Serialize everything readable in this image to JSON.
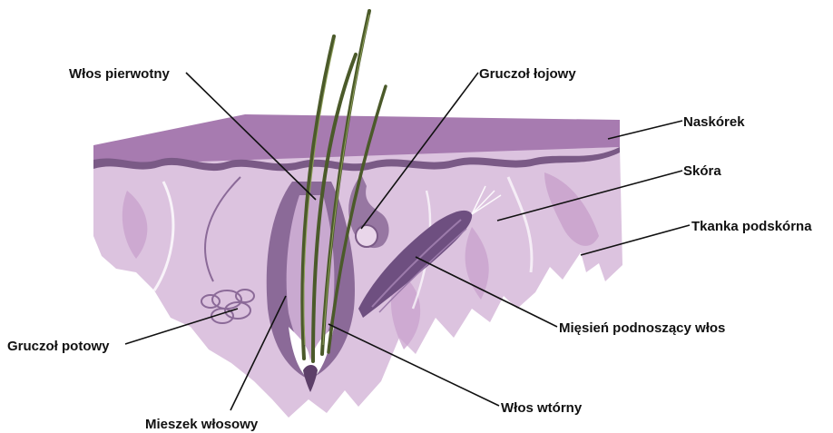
{
  "labels": {
    "primary_hair": "Włos pierwotny",
    "sebaceous_gland": "Gruczoł łojowy",
    "epidermis": "Naskórek",
    "dermis": "Skóra",
    "hypodermis": "Tkanka podskórna",
    "arrector_pili": "Mięsień podnoszący włos",
    "sweat_gland": "Gruczoł potowy",
    "secondary_hair": "Włos wtórny",
    "hair_follicle": "Mieszek włosowy"
  },
  "colors": {
    "epidermis_top": "#a77bb0",
    "epidermis_dark": "#7a5a86",
    "dermis": "#dcc3df",
    "dermis_light": "#e9d6ea",
    "hypodermis": "#c9a2cd",
    "follicle": "#8b6a98",
    "follicle_dark": "#5d3f69",
    "hair": "#4b5a2a",
    "muscle": "#6e4f80",
    "label_text": "#111111",
    "background": "#ffffff"
  }
}
